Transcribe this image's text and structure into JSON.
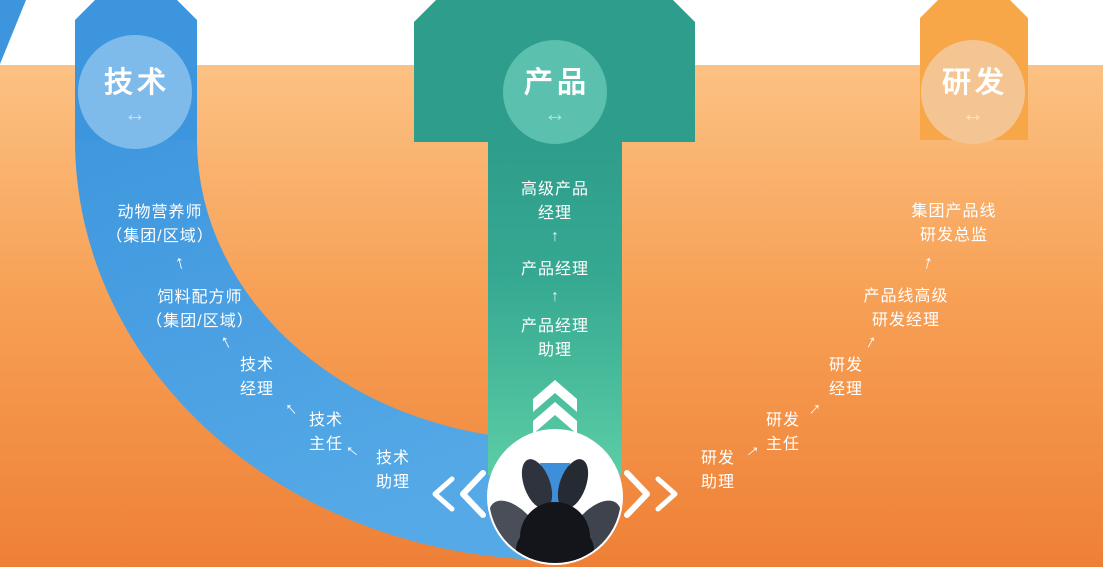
{
  "diagram": {
    "type": "career-path-infographic",
    "hub_icon": "person-thinking"
  },
  "icons": {
    "swap_arrow": "↔",
    "up_arrow": "↑"
  },
  "colors": {
    "tech_banner_blue": "#3D96DD",
    "tech_circle_blue": "#7EBBEB",
    "arc_blue": "#4A9FE2",
    "product_banner_teal": "#2E9D8B",
    "product_circle_teal": "#5BC1AE",
    "column_mint": "#5BCDA5",
    "rd_banner_orange": "#F7A748",
    "rd_circle_orange": "#F5C493",
    "bg_orange_top": "#FCC183",
    "bg_orange_bottom": "#EE8036",
    "text_white": "#FFFFFF"
  },
  "tracks": [
    {
      "id": "tech",
      "title": "技术",
      "levels": [
        {
          "label": "技术\n助理"
        },
        {
          "label": "技术\n主任"
        },
        {
          "label": "技术\n经理"
        },
        {
          "label": "饲料配方师\n（集团/区域）"
        },
        {
          "label": "动物营养师\n（集团/区域）"
        }
      ]
    },
    {
      "id": "product",
      "title": "产品",
      "levels": [
        {
          "label": "产品经理\n助理"
        },
        {
          "label": "产品经理"
        },
        {
          "label": "高级产品\n经理"
        }
      ]
    },
    {
      "id": "rd",
      "title": "研发",
      "levels": [
        {
          "label": "研发\n助理"
        },
        {
          "label": "研发\n主任"
        },
        {
          "label": "研发\n经理"
        },
        {
          "label": "产品线高级\n研发经理"
        },
        {
          "label": "集团产品线\n研发总监"
        }
      ]
    }
  ]
}
